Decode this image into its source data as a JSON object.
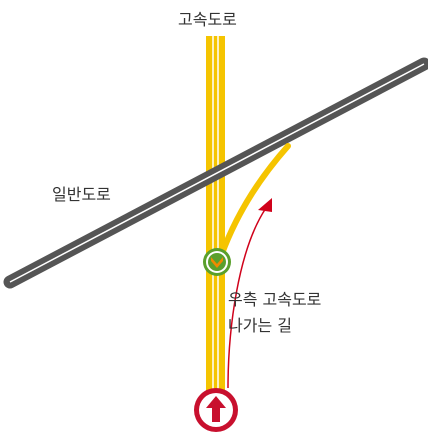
{
  "labels": {
    "highway": "고속도로",
    "general_road": "일반도로",
    "exit_line1": "우측 고속도로",
    "exit_line2": "나가는 길"
  },
  "colors": {
    "highway": "#f5c400",
    "highway_edge": "#e0a800",
    "general_road": "#555555",
    "general_road_stripe": "#ffffff",
    "route_arrow": "#d0021b",
    "start_marker": "#c8102e",
    "turn_marker": "#5aa02c",
    "turn_marker_inner": "#f08a00"
  },
  "icons": {
    "start": "up-arrow-icon",
    "turn": "chevron-down-icon"
  }
}
